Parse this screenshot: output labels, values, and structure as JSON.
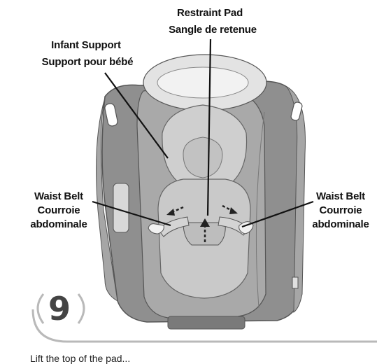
{
  "labels": {
    "infant_support_en": "Infant Support",
    "infant_support_fr": "Support pour bébé",
    "restraint_pad_en": "Restraint Pad",
    "restraint_pad_fr": "Sangle de retenue",
    "waist_belt_left_en": "Waist Belt",
    "waist_belt_left_fr_1": "Courroie",
    "waist_belt_left_fr_2": "abdominale",
    "waist_belt_right_en": "Waist Belt",
    "waist_belt_right_fr_1": "Courroie",
    "waist_belt_right_fr_2": "abdominale"
  },
  "step": {
    "number": "9"
  },
  "caption": "Lift the top of the pad...",
  "colors": {
    "seat_shell": "#9a9a9a",
    "seat_pad": "#b4b4b4",
    "infant_support": "#d2d2d2",
    "headrest": "#e9e9e9",
    "leader_line": "#111111",
    "badge_stroke": "#b9b9b9"
  }
}
